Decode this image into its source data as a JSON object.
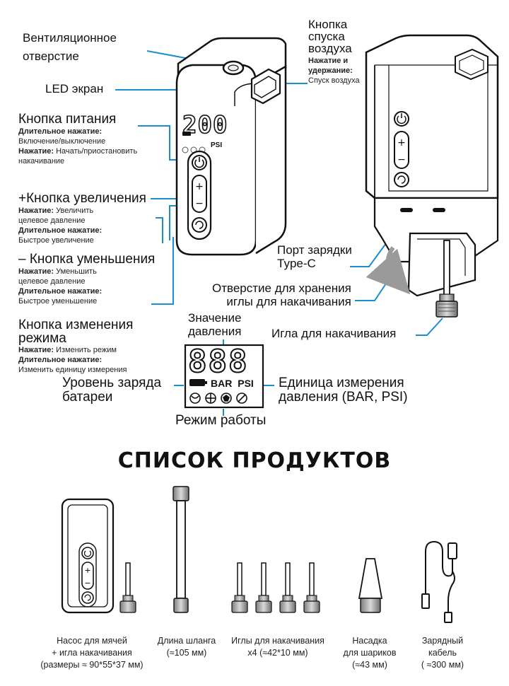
{
  "callouts": {
    "vent": {
      "line1": "Вентиляционное",
      "line2": "отверстие"
    },
    "led": {
      "label": "LED экран"
    },
    "release": {
      "line1": "Кнопка",
      "line2": "спуска",
      "line3": "воздуха",
      "action_line1": "Нажатие и",
      "action_line2": "удержание:",
      "action_desc": "Спуск воздуха"
    },
    "power": {
      "title": "Кнопка питания",
      "long_label": "Длительное нажатие:",
      "long_desc": "Включение/выключение",
      "press_label": "Нажатие:",
      "press_desc_1": " Начать/приостановить",
      "press_desc_2": "накачивание"
    },
    "plus": {
      "title": "+Кнопка увеличения",
      "press_label": "Нажатие:",
      "press_desc_1": " Увеличить",
      "press_desc_2": "целевое давление",
      "long_label": "Длительное нажатие:",
      "long_desc": "Быстрое увеличение"
    },
    "minus": {
      "title": "– Кнопка уменьшения",
      "press_label": "Нажатие:",
      "press_desc_1": " Уменьшить",
      "press_desc_2": "целевое давление",
      "long_label": "Длительное нажатие:",
      "long_desc": "Быстрое уменьшение"
    },
    "mode": {
      "line1": "Кнопка изменения",
      "line2": "режима",
      "press_label": "Нажатие:",
      "press_desc": " Изменить режим",
      "long_label": "Длительное нажатие:",
      "long_desc": "Изменить единицу измерения"
    },
    "port": {
      "line1": "Порт зарядки",
      "line2": "Type-C"
    },
    "needle_storage": {
      "line1": "Отверстие для хранения",
      "line2": "иглы для накачивания"
    },
    "needle": {
      "label": "Игла для накачивания"
    },
    "pressure_value": {
      "line1": "Значение",
      "line2": "давления"
    },
    "battery_level": {
      "line1": "Уровень заряда",
      "line2": "батареи"
    },
    "unit": {
      "line1": "Единица измерения",
      "line2": "давления (BAR, PSI)"
    },
    "work_mode": {
      "label": "Режим работы"
    }
  },
  "display": {
    "digits": "888",
    "unit_bar": "BAR",
    "unit_psi": "PSI",
    "device_digits": "200",
    "device_unit": "PSI"
  },
  "products": {
    "title": "СПИСОК ПРОДУКТОВ",
    "items": [
      {
        "line1": "Насос для мячей",
        "line2": "+ игла накачивания",
        "line3": "(размеры ≈ 90*55*37 мм)"
      },
      {
        "line1": "Длина шланга",
        "line2": "(≈105 мм)"
      },
      {
        "line1": "Иглы для накачивания",
        "line2": "х4 (≈42*10 мм)"
      },
      {
        "line1": "Насадка",
        "line2": "для шариков",
        "line3": "(≈43 мм)"
      },
      {
        "line1": "Зарядный",
        "line2": "кабель",
        "line3": "( ≈300 мм)"
      }
    ]
  },
  "colors": {
    "leader": "#1a8fd0",
    "ink": "#111111",
    "device_body": "#ffffff",
    "needle_metal": "#9a9a9a"
  }
}
